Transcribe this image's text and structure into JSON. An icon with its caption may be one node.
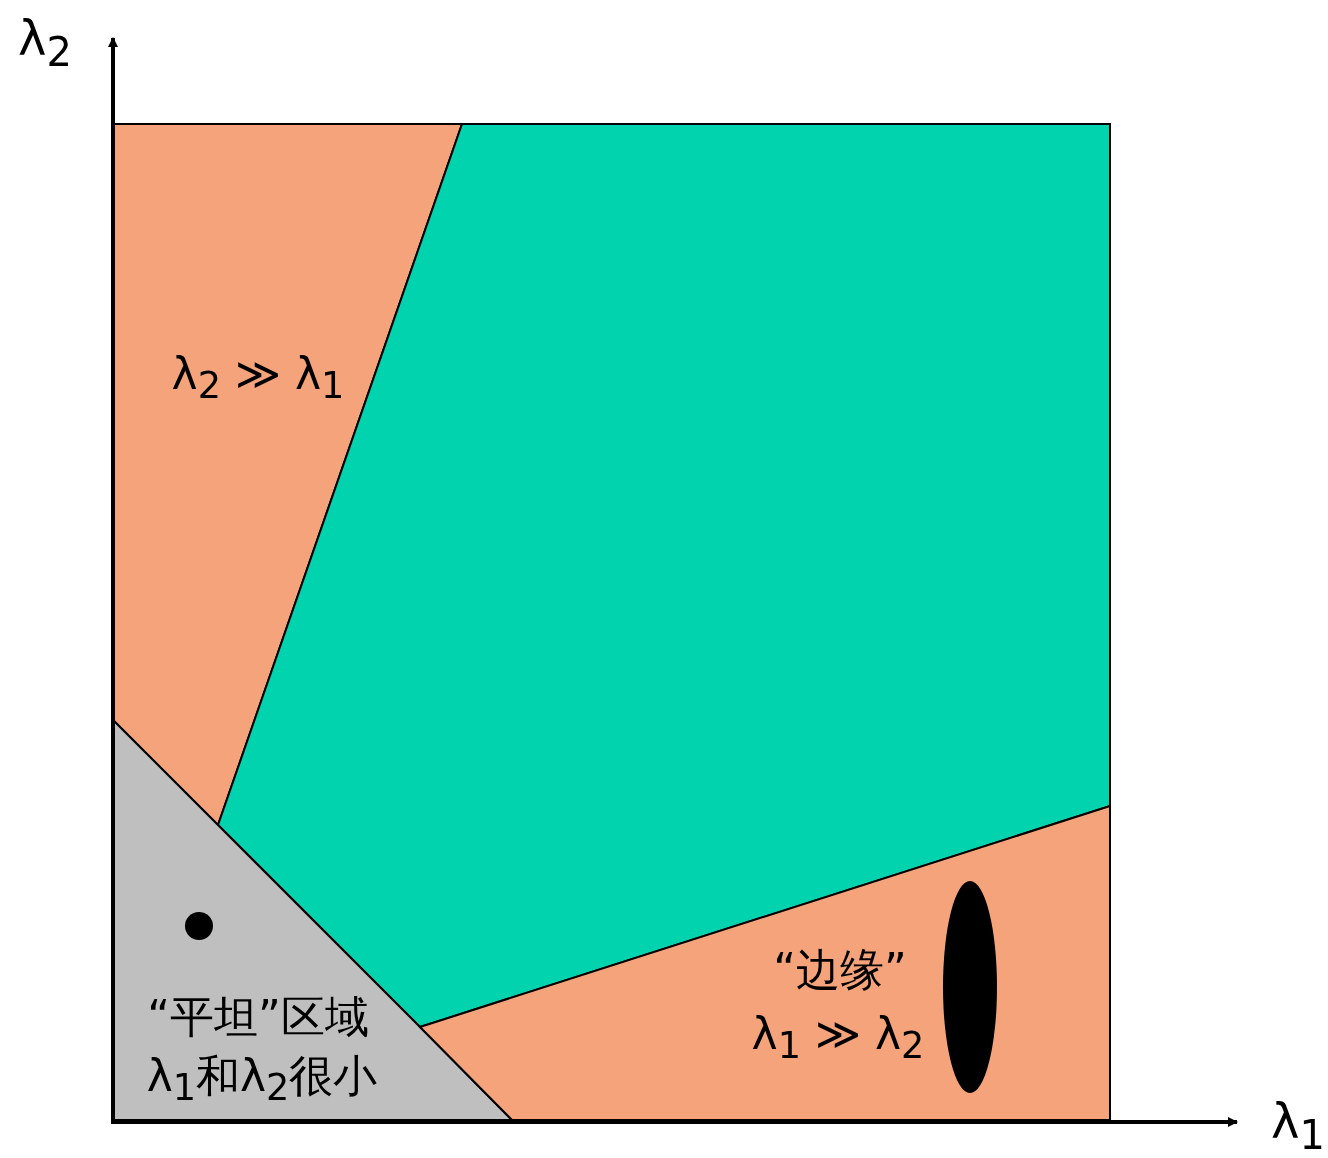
{
  "diagram": {
    "nodes": [
      {
        "text": [
          "λ$_{2}$ ≫ λ$_{1}$"
        ]
      },
      {
        "text": [],
        "shape": "box"
      },
      {
        "text": [
          "“平坦”区域",
          "λ$_{1}$和λ$_{2}$很小"
        ]
      },
      {
        "text": [],
        "shape": "circle",
        "in": 2
      },
      {
        "text": [
          "“边缘”",
          "λ$_{1}$ ≫ λ$_{2}$"
        ]
      },
      {
        "text": [],
        "shape": "ellipse",
        "in": 4
      }
    ],
    "edges": [],
    "labels": [
      "λ$_{2}$",
      "λ$_{1}$"
    ]
  }
}
